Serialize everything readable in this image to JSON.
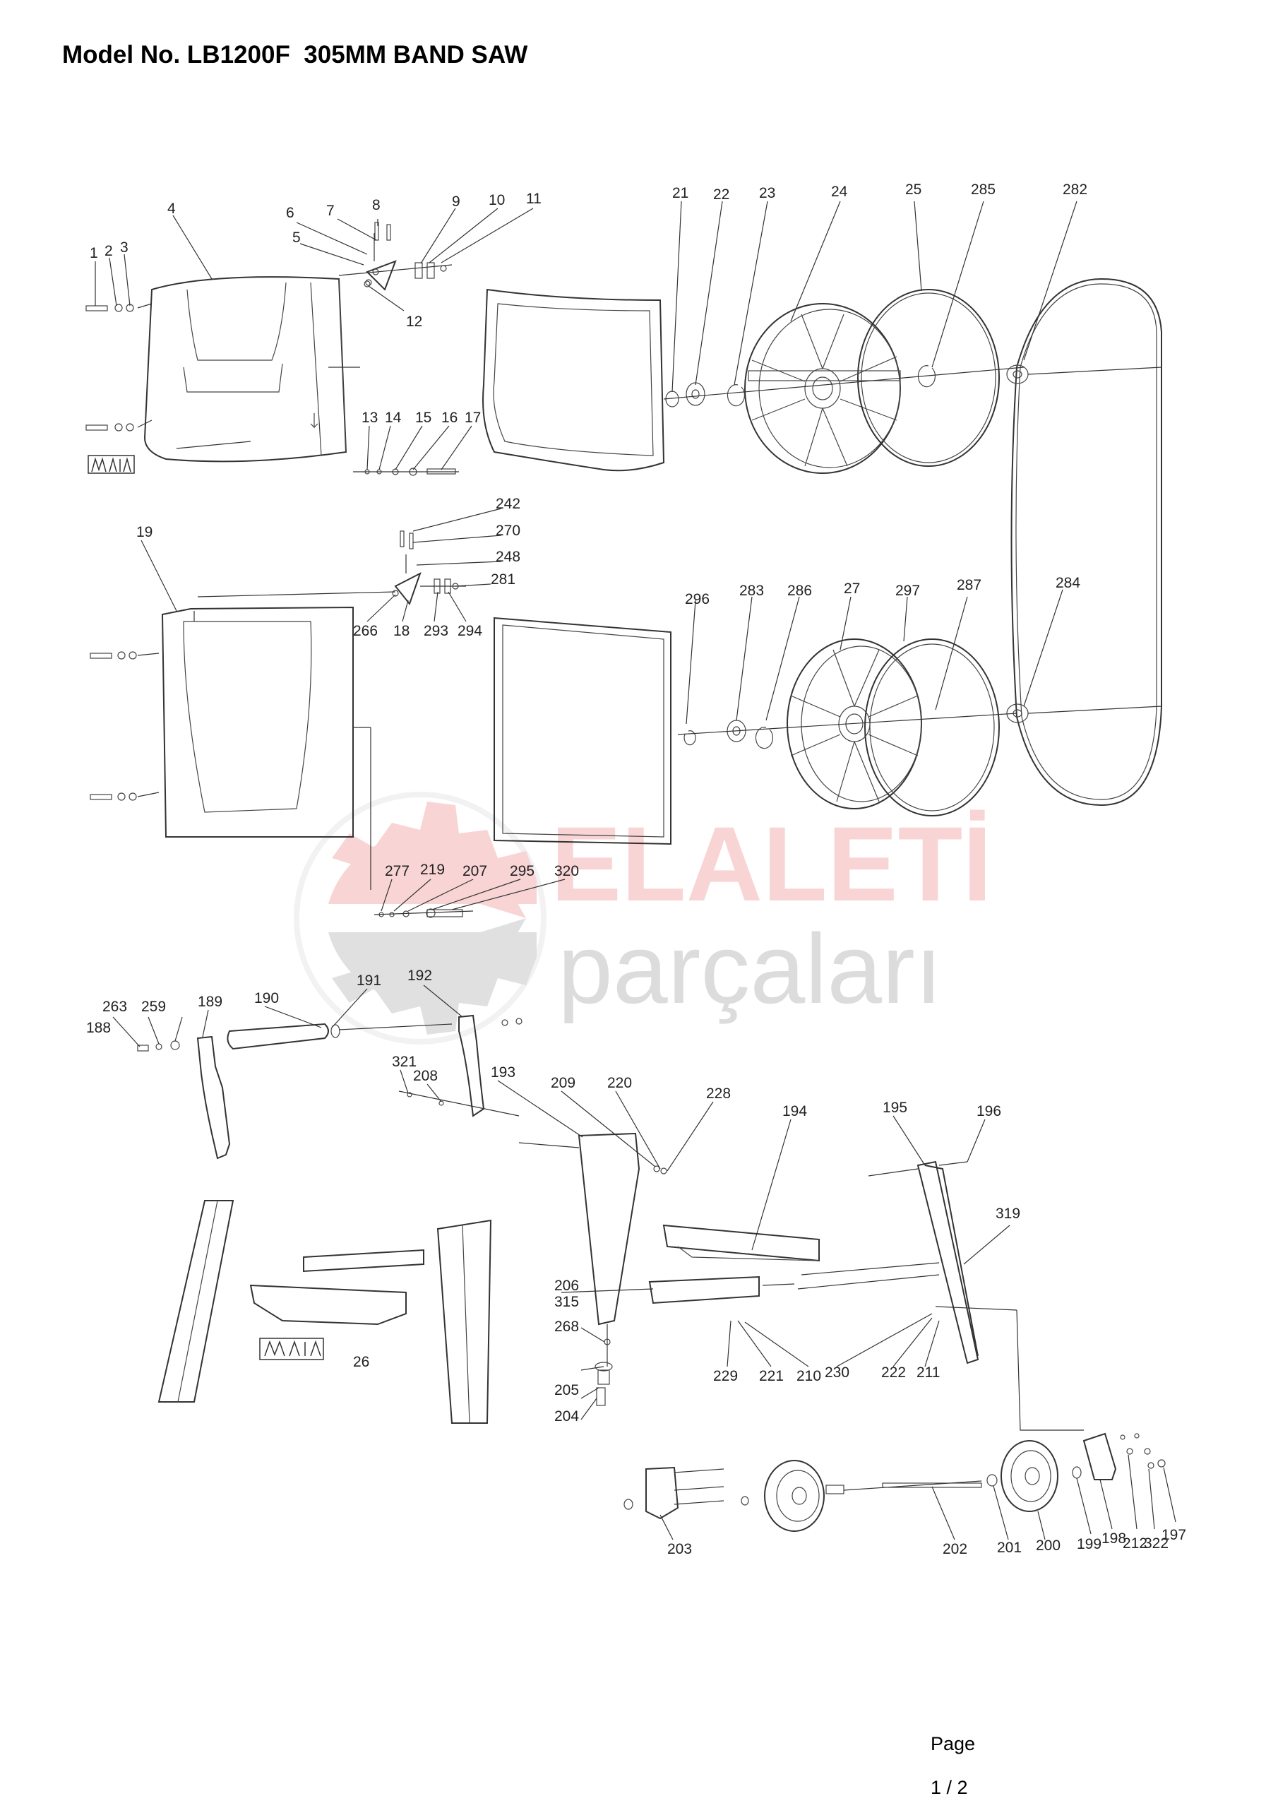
{
  "header": {
    "title": "Model No. LB1200F  305MM BAND SAW"
  },
  "footer": {
    "page_label": "Page",
    "page_number": "1 / 2"
  },
  "watermark": {
    "line1": "ELALETİ",
    "line2": "parçaları"
  },
  "logos": [
    "makita",
    "makita"
  ],
  "part_labels": [
    {
      "id": "p1",
      "text": "1"
    },
    {
      "id": "p2",
      "text": "2"
    },
    {
      "id": "p3",
      "text": "3"
    },
    {
      "id": "p4",
      "text": "4"
    },
    {
      "id": "p5",
      "text": "5"
    },
    {
      "id": "p6",
      "text": "6"
    },
    {
      "id": "p7",
      "text": "7"
    },
    {
      "id": "p8",
      "text": "8"
    },
    {
      "id": "p9",
      "text": "9"
    },
    {
      "id": "p10",
      "text": "10"
    },
    {
      "id": "p11",
      "text": "11"
    },
    {
      "id": "p12",
      "text": "12"
    },
    {
      "id": "p13",
      "text": "13"
    },
    {
      "id": "p14",
      "text": "14"
    },
    {
      "id": "p15",
      "text": "15"
    },
    {
      "id": "p16",
      "text": "16"
    },
    {
      "id": "p17",
      "text": "17"
    },
    {
      "id": "p18",
      "text": "18"
    },
    {
      "id": "p19",
      "text": "19"
    },
    {
      "id": "p21",
      "text": "21"
    },
    {
      "id": "p22",
      "text": "22"
    },
    {
      "id": "p23",
      "text": "23"
    },
    {
      "id": "p24",
      "text": "24"
    },
    {
      "id": "p25",
      "text": "25"
    },
    {
      "id": "p26",
      "text": "26"
    },
    {
      "id": "p27",
      "text": "27"
    },
    {
      "id": "p188",
      "text": "188"
    },
    {
      "id": "p189",
      "text": "189"
    },
    {
      "id": "p190",
      "text": "190"
    },
    {
      "id": "p191",
      "text": "191"
    },
    {
      "id": "p192",
      "text": "192"
    },
    {
      "id": "p193",
      "text": "193"
    },
    {
      "id": "p194",
      "text": "194"
    },
    {
      "id": "p195",
      "text": "195"
    },
    {
      "id": "p196",
      "text": "196"
    },
    {
      "id": "p197",
      "text": "197"
    },
    {
      "id": "p198",
      "text": "198"
    },
    {
      "id": "p199",
      "text": "199"
    },
    {
      "id": "p200",
      "text": "200"
    },
    {
      "id": "p201",
      "text": "201"
    },
    {
      "id": "p202",
      "text": "202"
    },
    {
      "id": "p203",
      "text": "203"
    },
    {
      "id": "p204",
      "text": "204"
    },
    {
      "id": "p205",
      "text": "205"
    },
    {
      "id": "p206",
      "text": "206"
    },
    {
      "id": "p207",
      "text": "207"
    },
    {
      "id": "p208",
      "text": "208"
    },
    {
      "id": "p209",
      "text": "209"
    },
    {
      "id": "p210",
      "text": "210"
    },
    {
      "id": "p211",
      "text": "211"
    },
    {
      "id": "p212",
      "text": "212"
    },
    {
      "id": "p219",
      "text": "219"
    },
    {
      "id": "p220",
      "text": "220"
    },
    {
      "id": "p221",
      "text": "221"
    },
    {
      "id": "p222",
      "text": "222"
    },
    {
      "id": "p228",
      "text": "228"
    },
    {
      "id": "p229",
      "text": "229"
    },
    {
      "id": "p230",
      "text": "230"
    },
    {
      "id": "p242",
      "text": "242"
    },
    {
      "id": "p248",
      "text": "248"
    },
    {
      "id": "p259",
      "text": "259"
    },
    {
      "id": "p263",
      "text": "263"
    },
    {
      "id": "p266",
      "text": "266"
    },
    {
      "id": "p268",
      "text": "268"
    },
    {
      "id": "p270",
      "text": "270"
    },
    {
      "id": "p277",
      "text": "277"
    },
    {
      "id": "p281",
      "text": "281"
    },
    {
      "id": "p282",
      "text": "282"
    },
    {
      "id": "p283",
      "text": "283"
    },
    {
      "id": "p284",
      "text": "284"
    },
    {
      "id": "p285",
      "text": "285"
    },
    {
      "id": "p286",
      "text": "286"
    },
    {
      "id": "p287",
      "text": "287"
    },
    {
      "id": "p293",
      "text": "293"
    },
    {
      "id": "p294",
      "text": "294"
    },
    {
      "id": "p295",
      "text": "295"
    },
    {
      "id": "p296",
      "text": "296"
    },
    {
      "id": "p297",
      "text": "297"
    },
    {
      "id": "p315",
      "text": "315"
    },
    {
      "id": "p319",
      "text": "319"
    },
    {
      "id": "p320",
      "text": "320"
    },
    {
      "id": "p321",
      "text": "321"
    },
    {
      "id": "p322",
      "text": "322"
    }
  ]
}
